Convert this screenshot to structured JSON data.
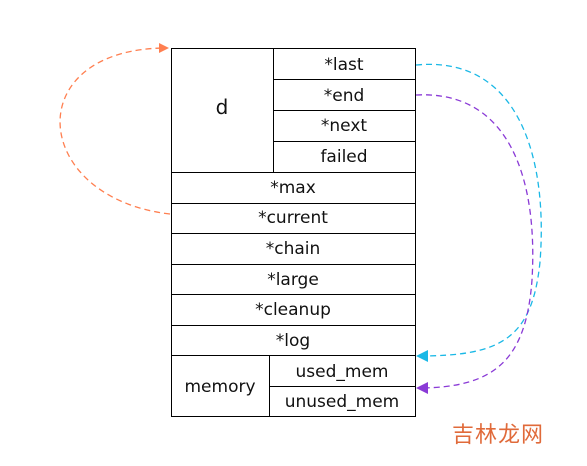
{
  "struct": {
    "group_d": {
      "label": "d",
      "fields": [
        "*last",
        "*end",
        "*next",
        "failed"
      ]
    },
    "fields": [
      "*max",
      "*current",
      "*chain",
      "*large",
      "*cleanup",
      "*log"
    ],
    "group_memory": {
      "label": "memory",
      "fields": [
        "used_mem",
        "unused_mem"
      ]
    }
  },
  "colors": {
    "border": "#000000",
    "arrow_current_to_d": "#ff7f50",
    "arrow_last_to_used_mem": "#1ab8e6",
    "arrow_end_to_unused_mem": "#8a3ad6"
  },
  "watermark": "吉林龙网"
}
